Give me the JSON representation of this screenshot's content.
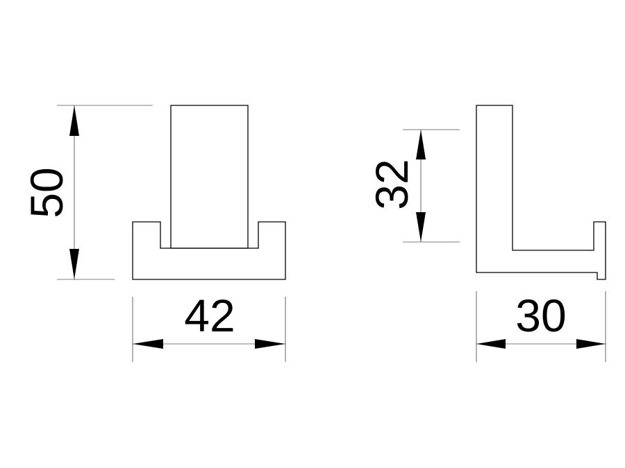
{
  "front_view": {
    "height_dimension": "50",
    "width_dimension": "42"
  },
  "side_view": {
    "arm_height_dimension": "32",
    "depth_dimension": "30"
  },
  "colors": {
    "line": "#000000",
    "background": "#ffffff"
  }
}
